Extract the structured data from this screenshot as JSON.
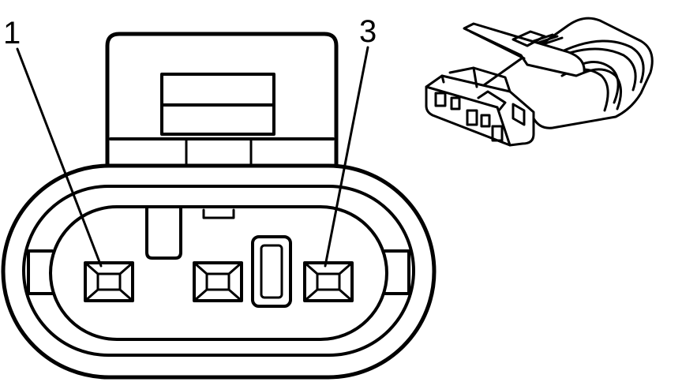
{
  "pins": {
    "first_label": "1",
    "last_label": "3"
  },
  "colors": {
    "ink": "#000000",
    "paper": "#ffffff"
  },
  "icons": {
    "connector_front": "connector-face-view",
    "connector_iso": "connector-isometric-view"
  }
}
